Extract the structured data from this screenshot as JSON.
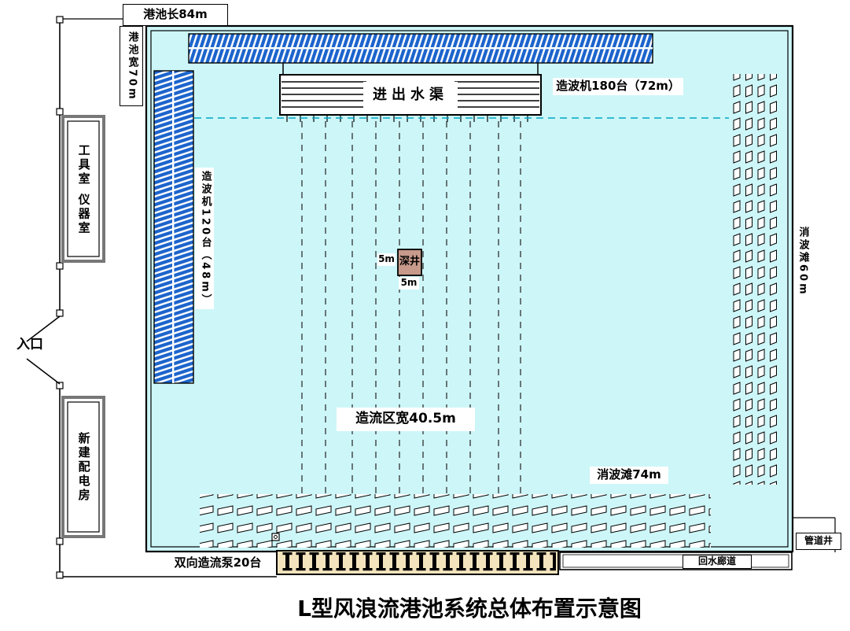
{
  "title": "L型风浪流港池系统总体布置示意图",
  "labels": {
    "pool_length": "港池长84m",
    "pool_width": "港池宽70m",
    "inlet_channel": "进出水渠",
    "wavemaker_top": "造波机180台（72m）",
    "wavemaker_left": "造波机120台（48m）",
    "beach_right": "消波滩60m",
    "beach_bottom": "消波滩74m",
    "flow_zone": "造流区宽40.5m",
    "deep_well": "深井",
    "well_dim_left": "5m",
    "well_dim_bottom": "5m",
    "pumps": "双向造流泵20台",
    "return_corridor": "回水廊道",
    "pipe_well": "管道井",
    "tool_room": "工具室 仪器室",
    "power_room": "新建配电房",
    "entrance": "入口"
  },
  "colors": {
    "basin_fill": "#cdf6f8",
    "wavemaker_hatch": "#1c64cc",
    "deep_well_fill": "#c79a8b",
    "pump_strip_bg": "#f3e4bd",
    "dashed_guide": "#00a8c4",
    "line": "#000000"
  }
}
